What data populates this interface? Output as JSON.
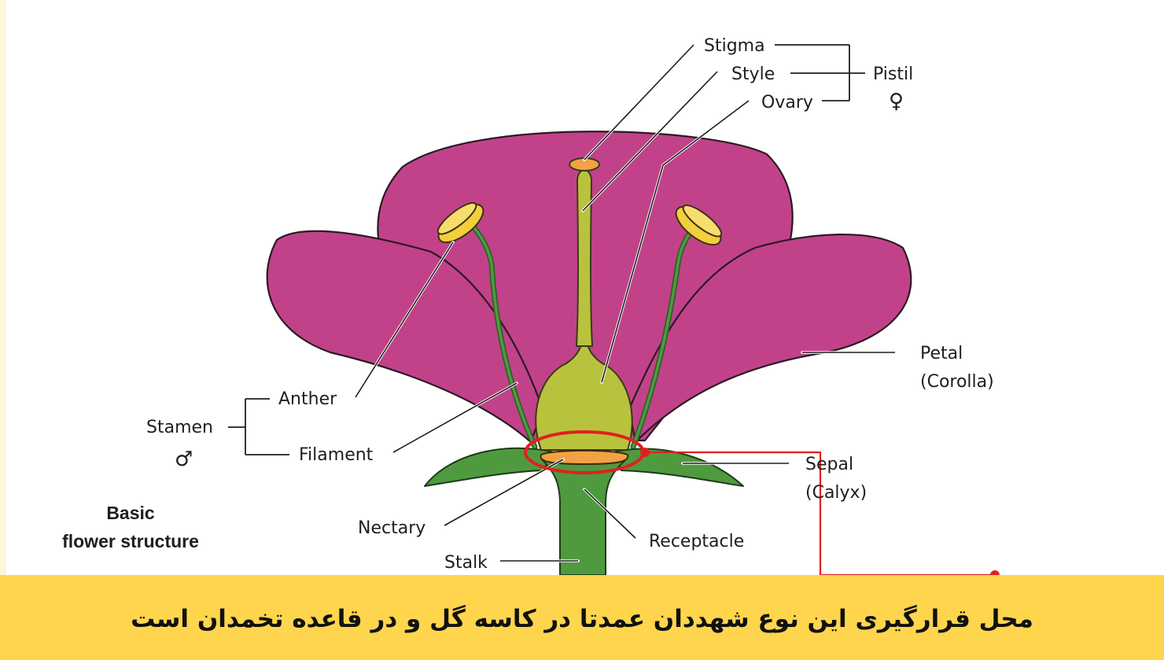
{
  "labels": {
    "stigma": "Stigma",
    "style": "Style",
    "ovary": "Ovary",
    "pistil": "Pistil",
    "pistil_symbol": "♀",
    "petal": "Petal",
    "corolla": "(Corolla)",
    "anther": "Anther",
    "stamen": "Stamen",
    "stamen_symbol": "♂",
    "filament": "Filament",
    "sepal": "Sepal",
    "calyx": "(Calyx)",
    "nectary": "Nectary",
    "receptacle": "Receptacle",
    "stalk": "Stalk"
  },
  "title": {
    "line1": "Basic",
    "line2": "flower structure"
  },
  "caption": {
    "text": "محل قرارگیری این نوع شهددان عمدتا در کاسه گل و در قاعده تخمدان است"
  },
  "colors": {
    "petal": "#c2428a",
    "stem": "#4f9a3f",
    "ovary": "#b9c23d",
    "anther": "#f3cf3c",
    "nectary": "#f2a244",
    "highlight": "#e02020",
    "caption_bg": "#ffd54d"
  }
}
